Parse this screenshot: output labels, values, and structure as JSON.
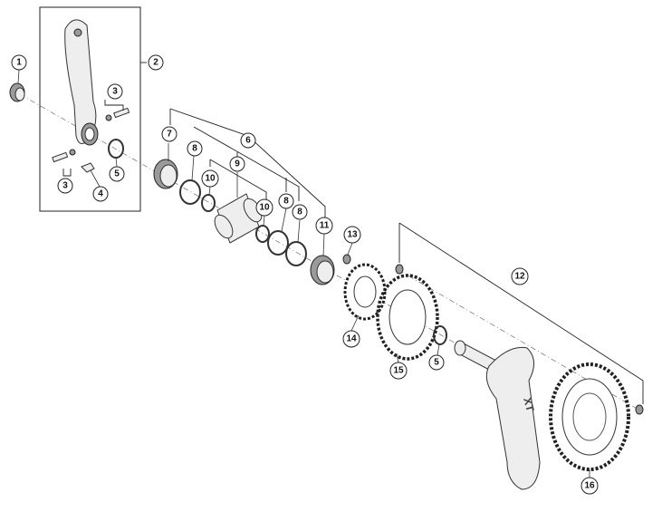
{
  "callouts": [
    {
      "id": "c1",
      "label": "1"
    },
    {
      "id": "c2",
      "label": "2"
    },
    {
      "id": "c3a",
      "label": "3"
    },
    {
      "id": "c3b",
      "label": "3"
    },
    {
      "id": "c4",
      "label": "4"
    },
    {
      "id": "c5a",
      "label": "5"
    },
    {
      "id": "c5b",
      "label": "5"
    },
    {
      "id": "c6",
      "label": "6"
    },
    {
      "id": "c7",
      "label": "7"
    },
    {
      "id": "c8a",
      "label": "8"
    },
    {
      "id": "c8b",
      "label": "8"
    },
    {
      "id": "c8c",
      "label": "8"
    },
    {
      "id": "c9",
      "label": "9"
    },
    {
      "id": "c10a",
      "label": "10"
    },
    {
      "id": "c10b",
      "label": "10"
    },
    {
      "id": "c11",
      "label": "11"
    },
    {
      "id": "c12",
      "label": "12"
    },
    {
      "id": "c13",
      "label": "13"
    },
    {
      "id": "c14",
      "label": "14"
    },
    {
      "id": "c15",
      "label": "15"
    },
    {
      "id": "c16",
      "label": "16"
    }
  ],
  "crank_logo": "XT",
  "colors": {
    "line": "#333333",
    "part_fill": "#eeeeee",
    "dark_fill": "#9a9a9a"
  }
}
